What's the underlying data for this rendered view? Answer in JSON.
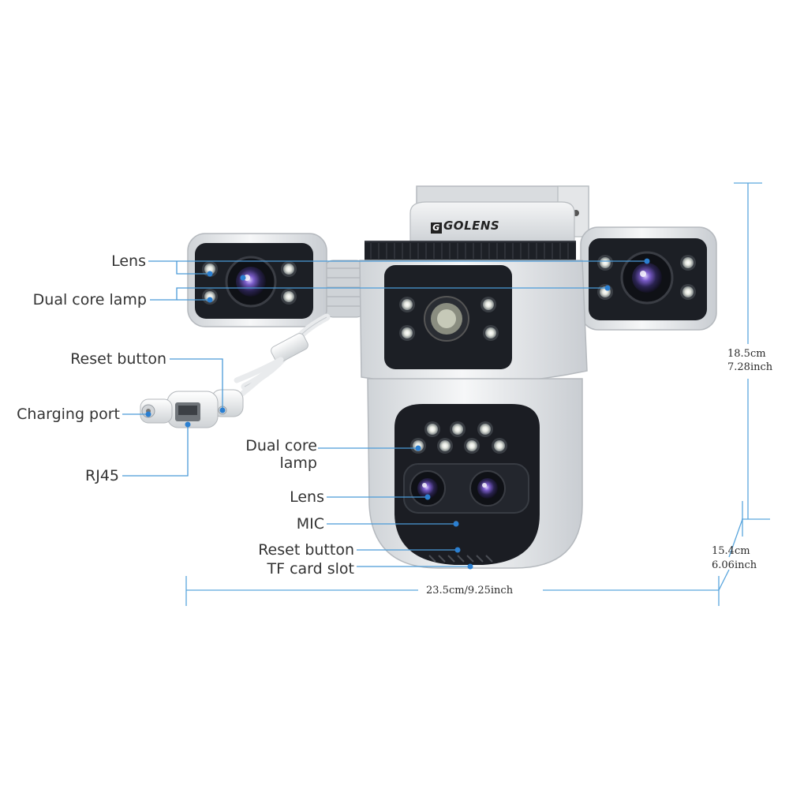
{
  "brand": {
    "name": "GOLENS",
    "mark": "G"
  },
  "callouts": {
    "lens_top": "Lens",
    "dual_core_lamp_top": "Dual core lamp",
    "reset_button_cable": "Reset button",
    "charging_port": "Charging port",
    "rj45": "RJ45",
    "dual_core_lamp_bottom_line1": "Dual core",
    "dual_core_lamp_bottom_line2": "lamp",
    "lens_bottom": "Lens",
    "mic": "MIC",
    "reset_button_bottom": "Reset button",
    "tf_card_slot": "TF card slot"
  },
  "dimensions": {
    "height_cm": "18.5cm",
    "height_inch": "7.28inch",
    "depth_cm": "15.4cm",
    "depth_inch": "6.06inch",
    "width": "23.5cm/9.25inch"
  },
  "colors": {
    "leader_line": "#4a9ad8",
    "dim_line": "#5aa6dd",
    "dot": "#2b7fd1",
    "housing": "#eceef0",
    "faceplate": "#1c1f25"
  }
}
